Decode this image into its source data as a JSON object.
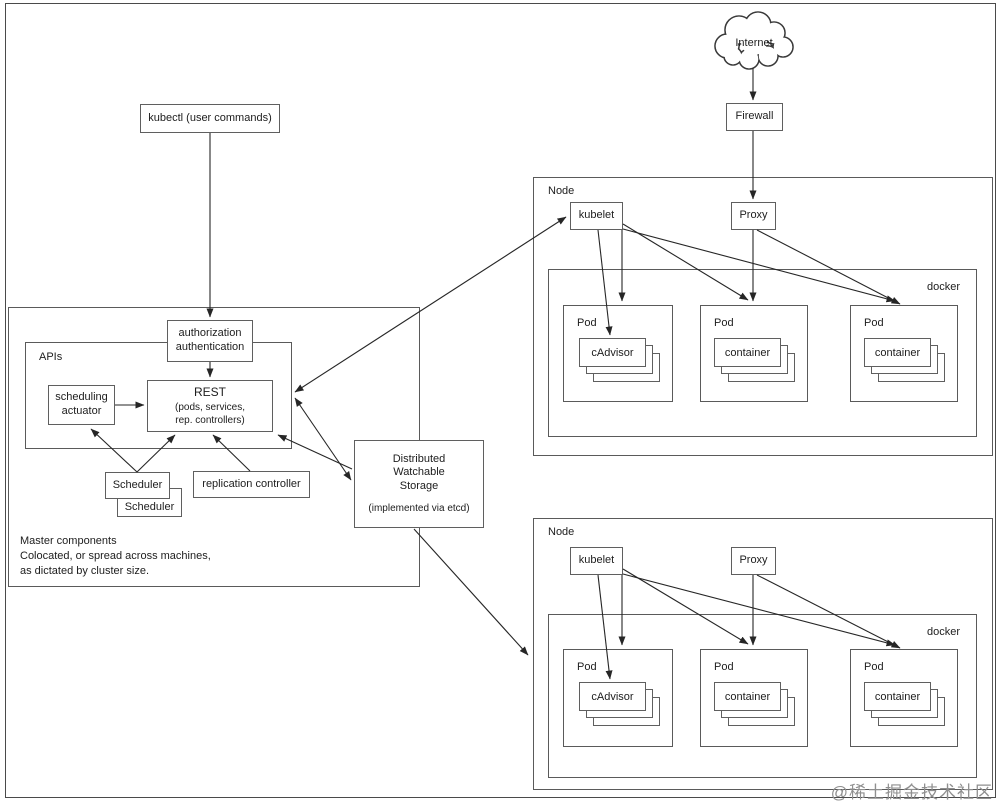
{
  "watermark": "@稀土掘金技术社区",
  "colors": {
    "line": "#262626",
    "box_border": "#5f5f5f",
    "watermark_gray": "#8f8f8f",
    "background": "#ffffff"
  },
  "top": {
    "kubectl_label": "kubectl (user commands)",
    "internet_label": "Internet",
    "firewall_label": "Firewall"
  },
  "master": {
    "apis_label": "APIs",
    "auth_label": "authorization\nauthentication",
    "scheduling_actuator_label": "scheduling\nactuator",
    "rest_title": "REST",
    "rest_sub": "(pods, services,\nrep. controllers)",
    "scheduler_front_label": "Scheduler",
    "scheduler_back_label": "Scheduler",
    "replication_controller_label": "replication controller",
    "note": "Master components\nColocated, or spread across machines,\nas dictated by cluster size."
  },
  "storage": {
    "title": "Distributed\nWatchable\nStorage",
    "note": "(implemented via etcd)"
  },
  "nodes": [
    {
      "label": "Node",
      "kubelet_label": "kubelet",
      "proxy_label": "Proxy",
      "docker_label": "docker",
      "pods": [
        {
          "label": "Pod",
          "container": "cAdvisor"
        },
        {
          "label": "Pod",
          "container": "container"
        },
        {
          "label": "Pod",
          "container": "container"
        }
      ]
    },
    {
      "label": "Node",
      "kubelet_label": "kubelet",
      "proxy_label": "Proxy",
      "docker_label": "docker",
      "pods": [
        {
          "label": "Pod",
          "container": "cAdvisor"
        },
        {
          "label": "Pod",
          "container": "container"
        },
        {
          "label": "Pod",
          "container": "container"
        }
      ]
    }
  ]
}
